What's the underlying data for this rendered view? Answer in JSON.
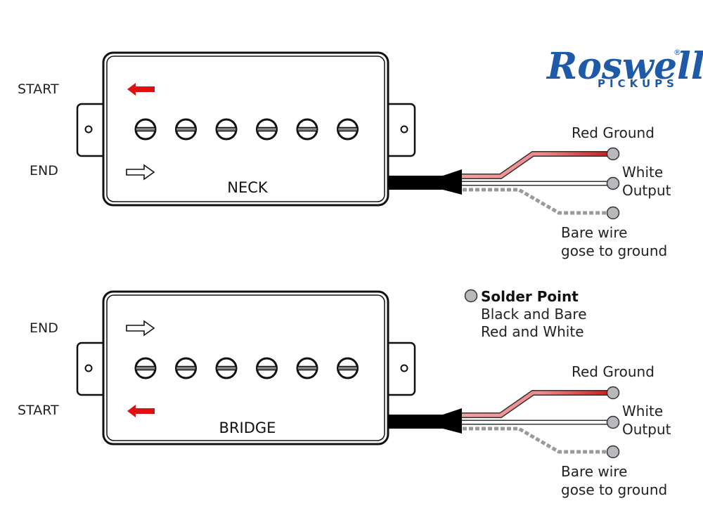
{
  "brand": {
    "name": "Roswell",
    "subtitle": "PICKUPS",
    "registered": "®",
    "color": "#1e5aa8"
  },
  "pickups": [
    {
      "name": "NECK",
      "top_label": "START",
      "bottom_label": "END",
      "top_arrow": "red-left-arrow",
      "bottom_arrow": "outline-right-arrow",
      "pole_count": 6
    },
    {
      "name": "BRIDGE",
      "top_label": "END",
      "bottom_label": "START",
      "top_arrow": "outline-right-arrow",
      "bottom_arrow": "red-left-arrow",
      "pole_count": 6
    }
  ],
  "wires": {
    "red": {
      "label": "Red Ground",
      "color": "#d42a2a"
    },
    "white": {
      "label_line1": "White",
      "label_line2": "Output",
      "color": "#ffffff"
    },
    "bare": {
      "label_line1": "Bare wire",
      "label_line2": "gose to ground",
      "color": "#9a9a9a"
    }
  },
  "legend": {
    "title": "Solder Point",
    "lines": [
      "Black and Bare",
      "Red and White"
    ]
  },
  "colors": {
    "arrow_red": "#e01010",
    "solder_point": "#b8b9bd",
    "cable_black": "#000000"
  }
}
